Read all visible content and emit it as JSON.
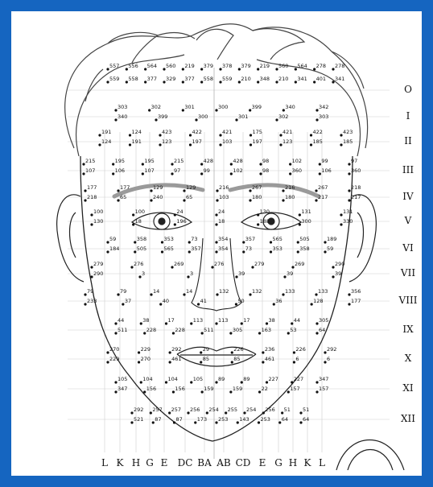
{
  "row_labels": [
    "O",
    "I",
    "II",
    "III",
    "IV",
    "V",
    "VI",
    "VII",
    "VIII",
    "IX",
    "X",
    "XI",
    "XII"
  ],
  "column_labels": [
    "L",
    "K",
    "H",
    "G",
    "E",
    "DC",
    "BA",
    "AB",
    "CD",
    "E",
    "G",
    "H",
    "K",
    "L"
  ],
  "point_numbers": {
    "top": [
      "557",
      "556",
      "564",
      "560",
      "219",
      "379",
      "378",
      "379",
      "219",
      "560",
      "564",
      "278",
      "278",
      "559",
      "558",
      "377",
      "329",
      "377",
      "558",
      "559",
      "210",
      "348",
      "210",
      "341",
      "401",
      "341"
    ],
    "row_I": [
      "303",
      "302",
      "301",
      "300",
      "399",
      "340",
      "342",
      "340",
      "399",
      "300",
      "301",
      "302",
      "303"
    ],
    "row_II": [
      "191",
      "124",
      "423",
      "422",
      "421",
      "175",
      "421",
      "422",
      "423",
      "124",
      "191",
      "123",
      "197",
      "103",
      "197",
      "123",
      "185",
      "185"
    ],
    "row_III": [
      "215",
      "195",
      "195",
      "215",
      "428",
      "428",
      "98",
      "102",
      "99",
      "97",
      "107",
      "106",
      "107",
      "97",
      "99",
      "102",
      "98",
      "360",
      "106",
      "360"
    ],
    "row_IV": [
      "177",
      "177",
      "129",
      "129",
      "216",
      "267",
      "216",
      "267",
      "218",
      "218",
      "65",
      "240",
      "65",
      "103",
      "180",
      "180",
      "217",
      "217"
    ],
    "row_V": [
      "100",
      "100",
      "24",
      "24",
      "130",
      "131",
      "131",
      "130",
      "18",
      "196",
      "18",
      "188",
      "300",
      "330"
    ],
    "row_VI": [
      "59",
      "358",
      "353",
      "73",
      "354",
      "357",
      "565",
      "505",
      "189",
      "184",
      "505",
      "565",
      "357",
      "354",
      "73",
      "353",
      "358",
      "59"
    ],
    "row_VII": [
      "279",
      "276",
      "269",
      "276",
      "279",
      "269",
      "290",
      "290",
      "3",
      "3",
      "39",
      "39",
      "39"
    ],
    "row_VIII": [
      "79",
      "79",
      "14",
      "14",
      "132",
      "132",
      "133",
      "133",
      "356",
      "233",
      "37",
      "40",
      "41",
      "50",
      "36",
      "128",
      "177"
    ],
    "row_IX": [
      "44",
      "38",
      "17",
      "113",
      "113",
      "17",
      "38",
      "44",
      "305",
      "511",
      "228",
      "228",
      "511",
      "305",
      "163",
      "53",
      "64"
    ],
    "row_X": [
      "270",
      "229",
      "292",
      "29",
      "226",
      "236",
      "226",
      "292",
      "229",
      "270",
      "461",
      "85",
      "85",
      "461",
      "6",
      "6"
    ],
    "row_XI": [
      "105",
      "104",
      "104",
      "105",
      "89",
      "89",
      "227",
      "227",
      "347",
      "347",
      "156",
      "156",
      "159",
      "159",
      "22",
      "157",
      "157"
    ],
    "row_XII": [
      "292",
      "257",
      "257",
      "256",
      "254",
      "255",
      "254",
      "256",
      "51",
      "51",
      "521",
      "87",
      "87",
      "173",
      "253",
      "143",
      "253",
      "64",
      "64"
    ]
  },
  "colors": {
    "border": "#1565c0",
    "eyebrow": "#9a9a9a",
    "line": "#222222"
  }
}
